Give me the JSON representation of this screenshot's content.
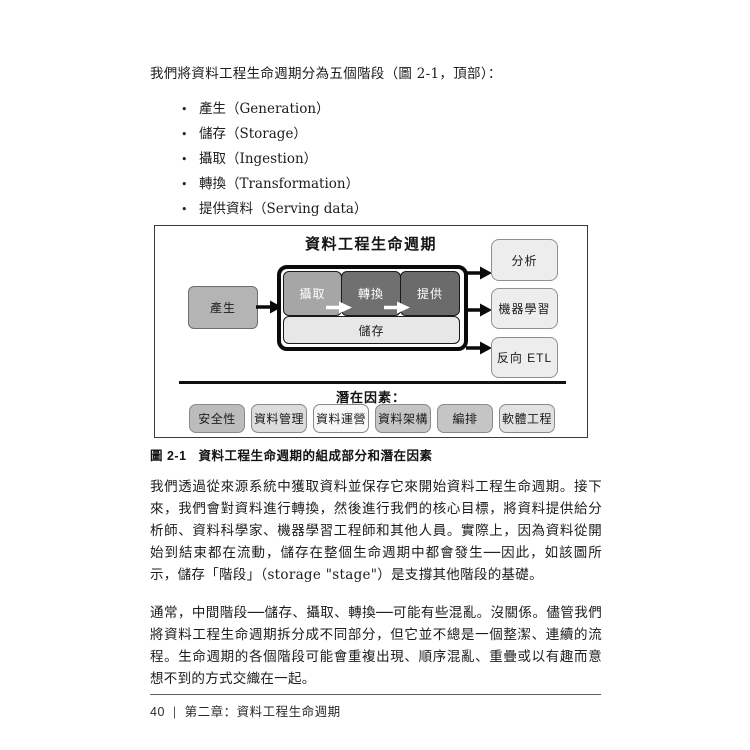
{
  "page": {
    "intro": "我們將資料工程生命週期分為五個階段（圖 2-1，頂部）：",
    "bullets": [
      "產生（Generation）",
      "儲存（Storage）",
      "攝取（Ingestion）",
      "轉換（Transformation）",
      "提供資料（Serving data）"
    ],
    "figure": {
      "title": "資料工程生命週期",
      "source_box": "產生",
      "stages": [
        "攝取",
        "轉換",
        "提供"
      ],
      "storage": "儲存",
      "outputs": [
        "分析",
        "機器學習",
        "反向 ETL"
      ],
      "undercurrents_heading": "潛在因素：",
      "undercurrents": [
        "安全性",
        "資料管理",
        "資料運營",
        "資料架構",
        "編排",
        "軟體工程"
      ]
    },
    "caption": {
      "label": "圖 2-1",
      "text": "資料工程生命週期的組成部分和潛在因素"
    },
    "paragraphs": [
      "我們透過從來源系統中獲取資料並保存它來開始資料工程生命週期。接下來，我們會對資料進行轉換，然後進行我們的核心目標，將資料提供給分析師、資料科學家、機器學習工程師和其他人員。實際上，因為資料從開始到結束都在流動，儲存在整個生命週期中都會發生──因此，如該圖所示，儲存「階段」（storage \"stage\"）是支撐其他階段的基礎。",
      "通常，中間階段──儲存、攝取、轉換──可能有些混亂。沒關係。儘管我們將資料工程生命週期拆分成不同部分，但它並不總是一個整潔、連續的流程。生命週期的各個階段可能會重複出現、順序混亂、重疊或以有趣而意想不到的方式交織在一起。"
    ],
    "footer": {
      "page_number": "40",
      "separator": "|",
      "chapter_title": "第二章：資料工程生命週期"
    },
    "colors": {
      "stage_dark": "#6b6b6b",
      "stage_medium": "#a6a6a6",
      "storage_fill": "#e7e7e7",
      "source_fill": "#b4b4b4",
      "output_fill": "#ededed",
      "security_fill": "#bcbcbc"
    }
  }
}
